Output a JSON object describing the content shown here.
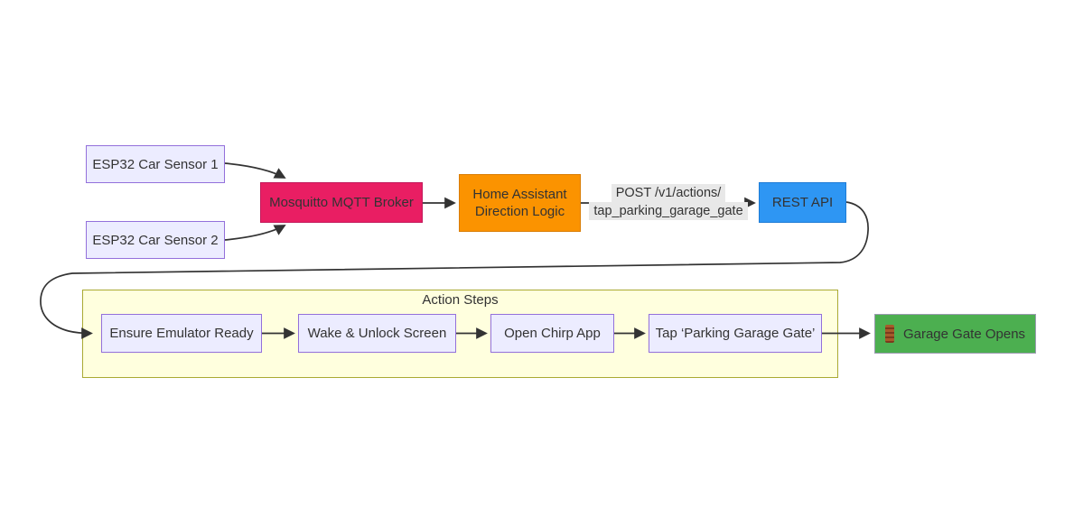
{
  "diagram": {
    "type": "flowchart",
    "nodes": {
      "sensor1": {
        "label": "ESP32 Car Sensor 1"
      },
      "sensor2": {
        "label": "ESP32 Car Sensor 2"
      },
      "broker": {
        "label": "Mosquitto MQTT Broker"
      },
      "ha": {
        "line1": "Home Assistant",
        "line2": "Direction Logic"
      },
      "rest": {
        "label": "REST API"
      },
      "ensure": {
        "label": "Ensure Emulator Ready"
      },
      "wake": {
        "label": "Wake & Unlock Screen"
      },
      "chirp": {
        "label": "Open Chirp App"
      },
      "tap": {
        "label": "Tap ‘Parking Garage Gate’"
      },
      "gate": {
        "label": "Garage Gate Opens",
        "icon": "door-icon"
      }
    },
    "edge_label": {
      "line1": "POST /v1/actions/",
      "line2": "tap_parking_garage_gate"
    },
    "subgraph": {
      "title": "Action Steps"
    },
    "colors": {
      "node_fill": "#ECECFF",
      "node_stroke": "#9370DB",
      "broker_fill": "#E91E63",
      "ha_fill": "#FB9300",
      "rest_fill": "#2E96F3",
      "gate_fill": "#4CAF50",
      "cluster_fill": "#FFFFDE",
      "cluster_stroke": "#AAAA33",
      "edge_label_bg": "#E8E8E8",
      "edge_stroke": "#333333",
      "text": "#333333"
    }
  }
}
